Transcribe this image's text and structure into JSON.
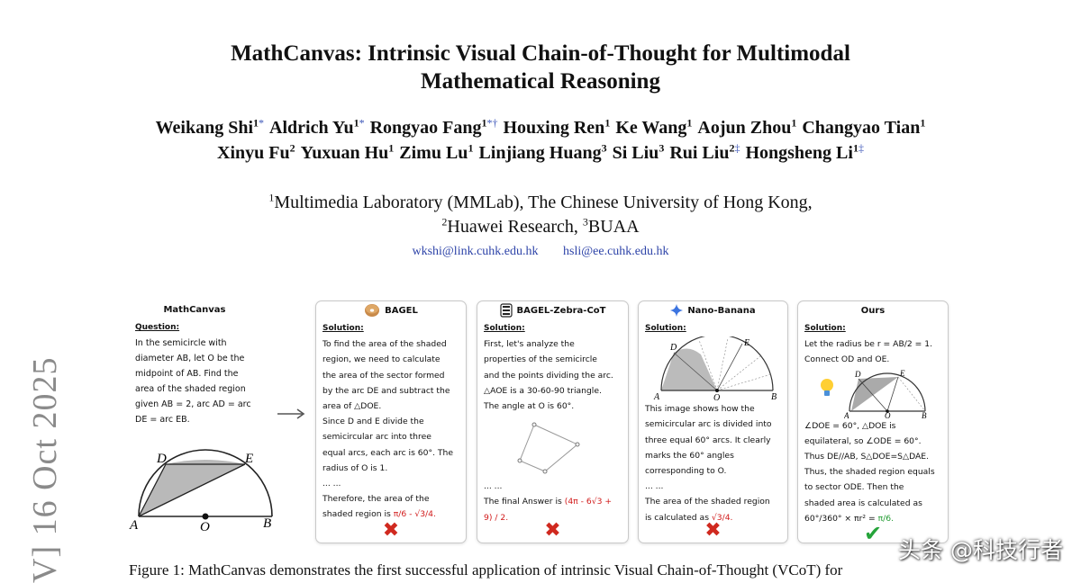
{
  "side_stamp": "V]  16 Oct 2025",
  "title": {
    "line1": "MathCanvas: Intrinsic Visual Chain-of-Thought for Multimodal",
    "line2": "Mathematical Reasoning"
  },
  "authors_line1": [
    {
      "name": "Weikang Shi",
      "sup": "1",
      "mark": "*"
    },
    {
      "name": "Aldrich Yu",
      "sup": "1",
      "mark": "*"
    },
    {
      "name": "Rongyao Fang",
      "sup": "1",
      "mark": "*†"
    },
    {
      "name": "Houxing Ren",
      "sup": "1",
      "mark": ""
    },
    {
      "name": "Ke Wang",
      "sup": "1",
      "mark": ""
    },
    {
      "name": "Aojun Zhou",
      "sup": "1",
      "mark": ""
    },
    {
      "name": "Changyao Tian",
      "sup": "1",
      "mark": ""
    }
  ],
  "authors_line2": [
    {
      "name": "Xinyu Fu",
      "sup": "2",
      "mark": ""
    },
    {
      "name": "Yuxuan Hu",
      "sup": "1",
      "mark": ""
    },
    {
      "name": "Zimu Lu",
      "sup": "1",
      "mark": ""
    },
    {
      "name": "Linjiang Huang",
      "sup": "3",
      "mark": ""
    },
    {
      "name": "Si Liu",
      "sup": "3",
      "mark": ""
    },
    {
      "name": "Rui Liu",
      "sup": "2",
      "mark": "‡"
    },
    {
      "name": "Hongsheng Li",
      "sup": "1",
      "mark": "‡"
    }
  ],
  "affiliations": {
    "a1_sup": "1",
    "a1": "Multimedia Laboratory (MMLab), The Chinese University of Hong Kong,",
    "a2_sup": "2",
    "a2": "Huawei Research, ",
    "a3_sup": "3",
    "a3": "BUAA"
  },
  "emails": [
    "wkshi@link.cuhk.edu.hk",
    "hsli@ee.cuhk.edu.hk"
  ],
  "figure": {
    "question_panel": {
      "title": "MathCanvas",
      "label": "Question:",
      "lines": [
        "In the semicircle with",
        "diameter AB, let O be the",
        "midpoint of AB. Find the",
        "area of the shaded region",
        "given AB = 2, arc AD = arc",
        "DE = arc EB."
      ],
      "points": {
        "A": "A",
        "B": "B",
        "O": "O",
        "D": "D",
        "E": "E"
      }
    },
    "bagel": {
      "name": "BAGEL",
      "label": "Solution:",
      "lines": [
        "To find the area of the shaded",
        "region, we need to calculate",
        "the area of the sector formed",
        "by the arc DE and subtract the",
        "area of △DOE.",
        "Since D and E divide the",
        "semicircular arc into three",
        "equal arcs, each arc is 60°. The",
        "radius of O is 1.",
        "... ...",
        "Therefore, the area of the"
      ],
      "last_prefix": "shaded region is ",
      "last_answer": "π/6 - √3/4.",
      "verdict": "✖"
    },
    "zebra": {
      "name": "BAGEL-Zebra-CoT",
      "label": "Solution:",
      "lines": [
        "First, let's analyze the",
        "properties of the semicircle",
        "and the points dividing the arc.",
        "△AOE is a 30-60-90 triangle.",
        "The angle at O is 60°."
      ],
      "ellipsis": "... ...",
      "final_prefix": "The final Answer is ",
      "final_answer_1": "(4π - 6√3 +",
      "final_answer_2": "9) / 2.",
      "verdict": "✖"
    },
    "nano": {
      "name": "Nano-Banana",
      "label": "Solution:",
      "lines": [
        "This image shows how the",
        "semicircular arc is divided into",
        "three equal 60° arcs. It clearly",
        "marks the 60° angles",
        "corresponding to O.",
        "... ...",
        "The area of the shaded region"
      ],
      "last_prefix": "is calculated as ",
      "last_answer": "√3/4.",
      "verdict": "✖"
    },
    "ours": {
      "name": "Ours",
      "label": "Solution:",
      "lines_top": [
        "Let the radius be r = AB/2 = 1.",
        "Connect OD and OE."
      ],
      "lines_bottom": [
        "∠DOE = 60°, △DOE is",
        "equilateral, so ∠ODE = 60°.",
        "Thus DE//AB, S△DOE=S△DAE.",
        "Thus, the shaded region equals",
        "to sector ODE. Then the",
        "shaded area is calculated as"
      ],
      "last_prefix": "60°/360° × πr² = ",
      "last_answer": "π/6.",
      "verdict": "✔"
    }
  },
  "caption": "Figure 1:  MathCanvas demonstrates the first successful application of intrinsic Visual Chain-of-Thought (VCoT) for",
  "watermark": "头条 @科技行者",
  "colors": {
    "link": "#2d43a8",
    "wrong": "#d11a1a",
    "correct": "#1e9a2e",
    "side_stamp": "#8a8a8a"
  }
}
